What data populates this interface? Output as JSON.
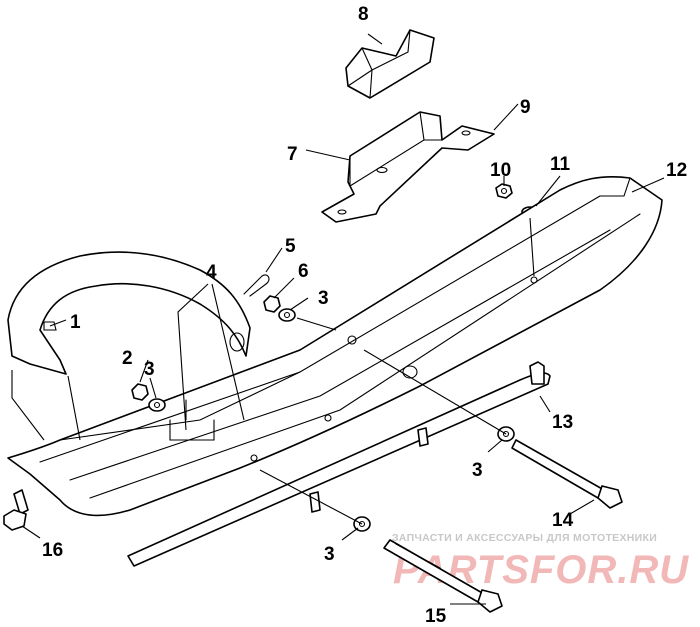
{
  "callouts": [
    {
      "id": "1",
      "label": "1"
    },
    {
      "id": "2",
      "label": "2"
    },
    {
      "id": "3a",
      "label": "3"
    },
    {
      "id": "3b",
      "label": "3"
    },
    {
      "id": "3c",
      "label": "3"
    },
    {
      "id": "3d",
      "label": "3"
    },
    {
      "id": "4",
      "label": "4"
    },
    {
      "id": "5",
      "label": "5"
    },
    {
      "id": "6",
      "label": "6"
    },
    {
      "id": "7",
      "label": "7"
    },
    {
      "id": "8",
      "label": "8"
    },
    {
      "id": "9",
      "label": "9"
    },
    {
      "id": "10",
      "label": "10"
    },
    {
      "id": "11",
      "label": "11"
    },
    {
      "id": "12",
      "label": "12"
    },
    {
      "id": "13",
      "label": "13"
    },
    {
      "id": "14",
      "label": "14"
    },
    {
      "id": "15",
      "label": "15"
    },
    {
      "id": "16",
      "label": "16"
    }
  ],
  "watermark": {
    "tagline": "ЗАПЧАСТИ И АКСЕССУАРЫ ДЛЯ МОТОТЕХНИКИ",
    "brand": "PARTSFOR.RU"
  },
  "colors": {
    "line": "#000000",
    "background": "#ffffff",
    "watermark_brand": "#f2b8b8",
    "watermark_tagline": "#c8c8c8"
  }
}
